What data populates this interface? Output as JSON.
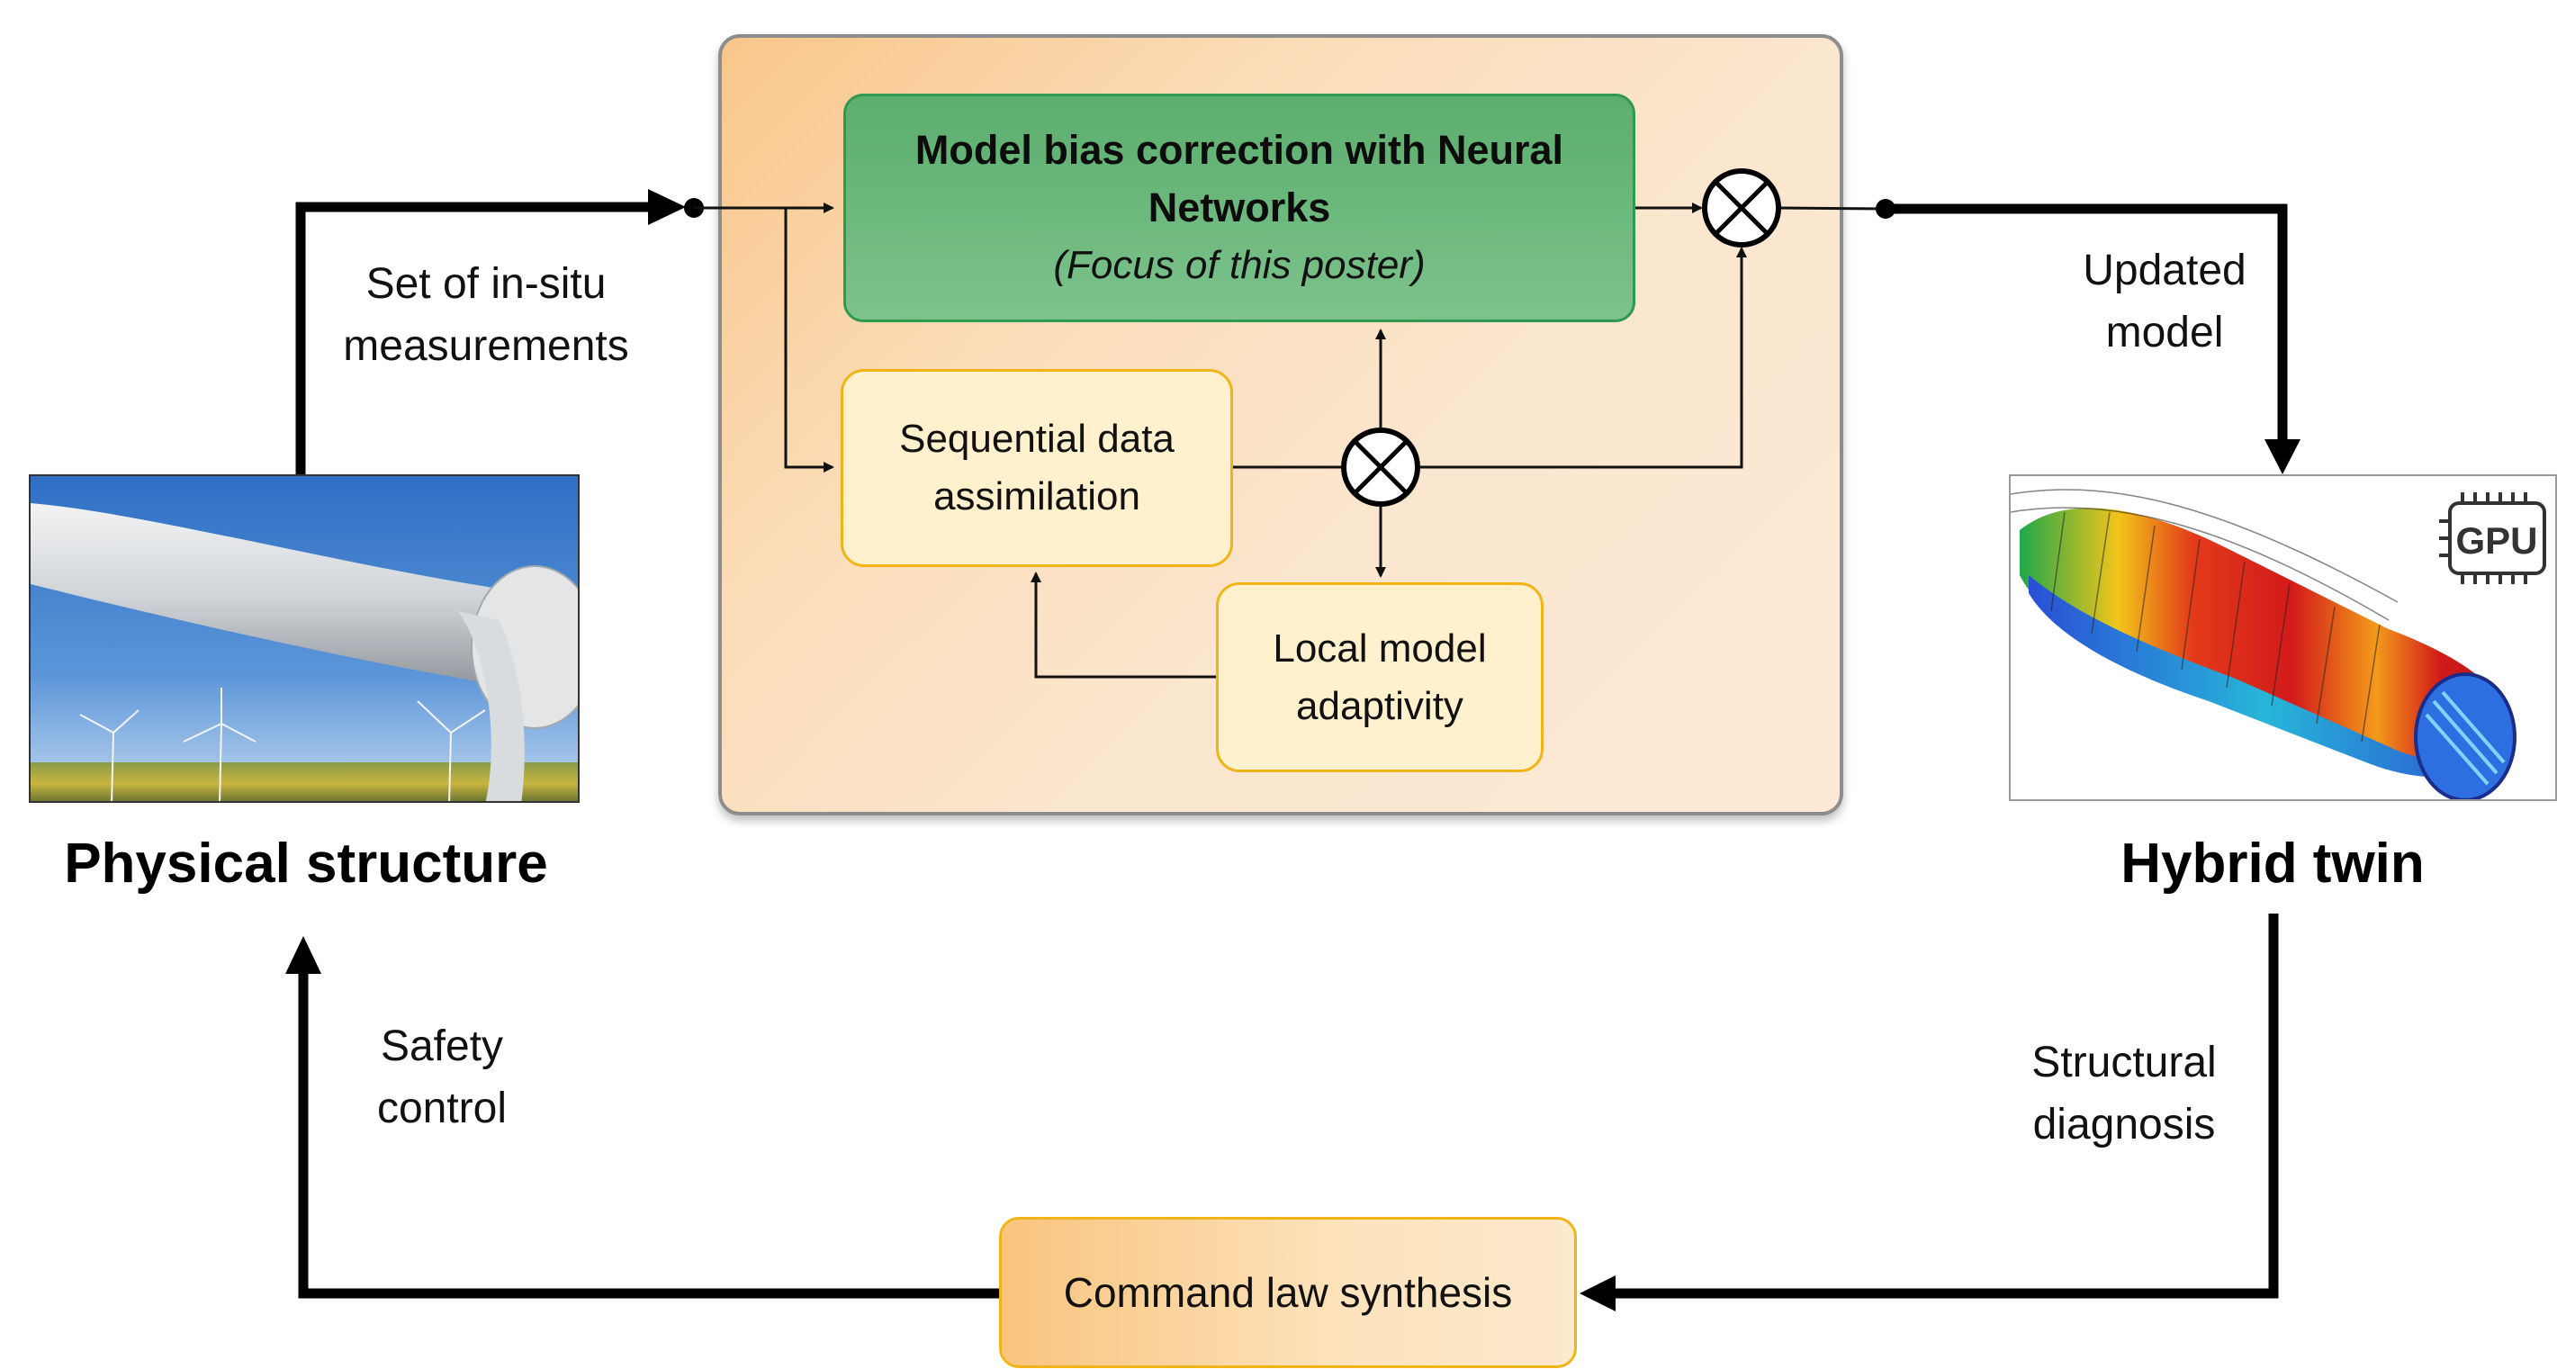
{
  "nn_box": {
    "title_line1": "Model bias correction with Neural",
    "title_line2": "Networks",
    "subtitle": "(Focus of this poster)"
  },
  "sequential_box": {
    "line1": "Sequential data",
    "line2": "assimilation"
  },
  "local_model_box": {
    "line1": "Local model",
    "line2": "adaptivity"
  },
  "command_box": {
    "label": "Command law synthesis"
  },
  "labels": {
    "measurements_line1": "Set of in-situ",
    "measurements_line2": "measurements",
    "updated_line1": "Updated",
    "updated_line2": "model",
    "structural_line1": "Structural",
    "structural_line2": "diagnosis",
    "safety_line1": "Safety",
    "safety_line2": "control"
  },
  "titles": {
    "physical": "Physical structure",
    "hybrid": "Hybrid twin"
  },
  "badge": {
    "gpu": "GPU"
  },
  "colors": {
    "nn_green": "#6fba80",
    "yellow_fill": "#fff1cd",
    "yellow_border": "#f1b417",
    "panel_orange": "#f9c68a"
  }
}
